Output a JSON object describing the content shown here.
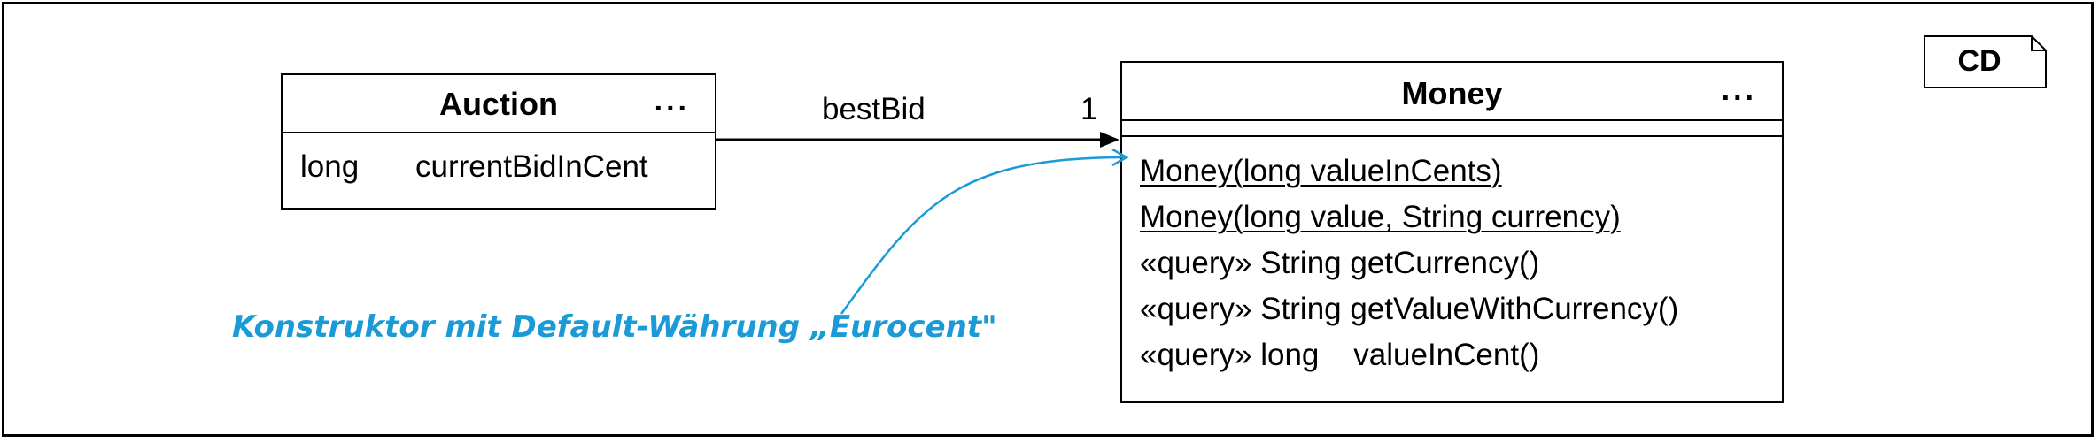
{
  "diagram_tag": "CD",
  "auction": {
    "name": "Auction",
    "dots": "...",
    "attribute_type": "long",
    "attribute_name": "currentBidInCent"
  },
  "money": {
    "name": "Money",
    "dots": "...",
    "methods": [
      "Money(long valueInCents)",
      "Money(long value, String currency)",
      "«query» String getCurrency()",
      "«query» String getValueWithCurrency()",
      "«query» long    valueInCent()"
    ]
  },
  "association": {
    "role": "bestBid",
    "multiplicity": "1"
  },
  "annotation": {
    "text": "Konstruktor mit Default-Währung „Eurocent\"",
    "color": "#1a9ad6"
  }
}
